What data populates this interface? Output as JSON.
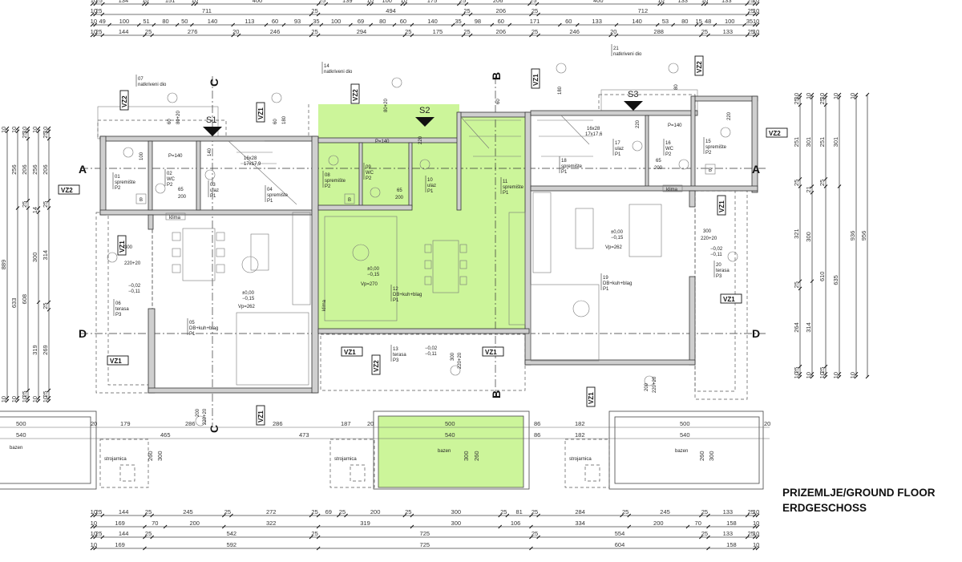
{
  "title": {
    "line1": "PRIZEMLJE/GROUND FLOOR",
    "line2": "ERDGESCHOSS"
  },
  "colors": {
    "highlight": "#ccf59a",
    "wall": "#cfcfcf",
    "line": "#333333"
  },
  "dimensions": {
    "top": [
      [
        10,
        25,
        134,
        10,
        151,
        10,
        400,
        25,
        139,
        10,
        100,
        10,
        175,
        25,
        206,
        25,
        400,
        10,
        133,
        10,
        133,
        25,
        10
      ],
      [
        10,
        25,
        711,
        25,
        494,
        25,
        206,
        25,
        712,
        25,
        10
      ],
      [
        10,
        49,
        100,
        51,
        80,
        50,
        140,
        113,
        60,
        93,
        35,
        100,
        69,
        80,
        60,
        140,
        35,
        98,
        60,
        171,
        60,
        133,
        140,
        53,
        80,
        15,
        48,
        100,
        35,
        10
      ],
      [
        10,
        25,
        144,
        25,
        276,
        20,
        246,
        25,
        294,
        25,
        175,
        25,
        206,
        25,
        246,
        20,
        288,
        25,
        133,
        25,
        10
      ]
    ],
    "bottom": [
      [
        10,
        25,
        144,
        25,
        245,
        25,
        272,
        25,
        69,
        25,
        200,
        25,
        300,
        25,
        81,
        25,
        284,
        25,
        245,
        25,
        133,
        25,
        10
      ],
      [
        10,
        169,
        70,
        200,
        322,
        319,
        300,
        106,
        334,
        200,
        70,
        158,
        10
      ],
      [
        10,
        25,
        144,
        25,
        542,
        25,
        725,
        25,
        554,
        25,
        133,
        25,
        10
      ],
      [
        10,
        169,
        592,
        725,
        604,
        158,
        10
      ]
    ],
    "left": [
      [
        10,
        889,
        10
      ],
      [
        10,
        633,
        256,
        10
      ],
      [
        10,
        25,
        608,
        25,
        206,
        25,
        10
      ],
      [
        10,
        319,
        300,
        14,
        256,
        10
      ],
      [
        10,
        25,
        269,
        25,
        314,
        25,
        206,
        25,
        10
      ]
    ],
    "right": [
      [
        10,
        25,
        264,
        25,
        321,
        25,
        251,
        25,
        10
      ],
      [
        10,
        314,
        300,
        21,
        301,
        10
      ],
      [
        10,
        25,
        610,
        25,
        251,
        25,
        10
      ],
      [
        10,
        635,
        301,
        10
      ],
      [
        10,
        936,
        10
      ],
      [
        956
      ]
    ]
  },
  "sections": {
    "a": "A",
    "b": "B",
    "c": "C",
    "d": "D",
    "s1": "S1",
    "s2": "S2",
    "s3": "S3"
  },
  "tags": {
    "vz1": "VZ1",
    "vz2": "VZ2",
    "klima": "klima",
    "boiler": "B"
  },
  "rooms": [
    {
      "num": "01",
      "name": "spremište",
      "floor": "P2"
    },
    {
      "num": "02",
      "name": "WC",
      "floor": "P2"
    },
    {
      "num": "03",
      "name": "ulaz",
      "floor": "P1"
    },
    {
      "num": "04",
      "name": "spremište",
      "floor": "P1"
    },
    {
      "num": "05",
      "name": "DB+kuh+blag",
      "floor": "P1"
    },
    {
      "num": "06",
      "name": "terasa",
      "floor": "P3"
    },
    {
      "num": "07",
      "name": "natkriveni dio",
      "floor": ""
    },
    {
      "num": "08",
      "name": "spremište",
      "floor": "P2"
    },
    {
      "num": "09",
      "name": "WC",
      "floor": "P2"
    },
    {
      "num": "10",
      "name": "ulaz",
      "floor": "P1"
    },
    {
      "num": "11",
      "name": "spremište",
      "floor": "P1"
    },
    {
      "num": "12",
      "name": "DB+kuh+blag",
      "floor": "P1"
    },
    {
      "num": "13",
      "name": "terasa",
      "floor": "P3"
    },
    {
      "num": "14",
      "name": "natkriveni dio",
      "floor": ""
    },
    {
      "num": "15",
      "name": "spremište",
      "floor": "P2"
    },
    {
      "num": "16",
      "name": "WC",
      "floor": "P2"
    },
    {
      "num": "17",
      "name": "ulaz",
      "floor": "P1"
    },
    {
      "num": "18",
      "name": "spremište",
      "floor": "P1"
    },
    {
      "num": "19",
      "name": "DB+kuh+blag",
      "floor": "P1"
    },
    {
      "num": "20",
      "name": "terasa",
      "floor": "P3"
    },
    {
      "num": "21",
      "name": "natkriveni dio",
      "floor": ""
    }
  ],
  "levels": {
    "interior_top": "±0,00",
    "interior_bottom": "−0,15",
    "terrace_top": "−0,02",
    "terrace_bottom": "−0,11",
    "vp_side": "Vp=262",
    "vp_middle": "Vp=270"
  },
  "openings": {
    "d100": "100",
    "d220": "220",
    "d140": "140",
    "d65": "65",
    "d200": "200",
    "d300": "300",
    "d22020": "220+20",
    "w60": "60",
    "w180": "180",
    "w80": "80",
    "w8020": "80+20",
    "p140": "P=140",
    "stair_a": "16x28",
    "stair_b1": "17x17,9",
    "stair_b3": "17x17,6"
  },
  "pool": {
    "bazen": "bazen",
    "strojarnica": "strojarnica",
    "w500": "500",
    "w540": "540",
    "h260": "260",
    "h300": "300",
    "gap20": "20",
    "s179": "179",
    "s286": "286",
    "s465": "465",
    "s187": "187",
    "s473": "473",
    "s86": "86",
    "s182": "182"
  }
}
